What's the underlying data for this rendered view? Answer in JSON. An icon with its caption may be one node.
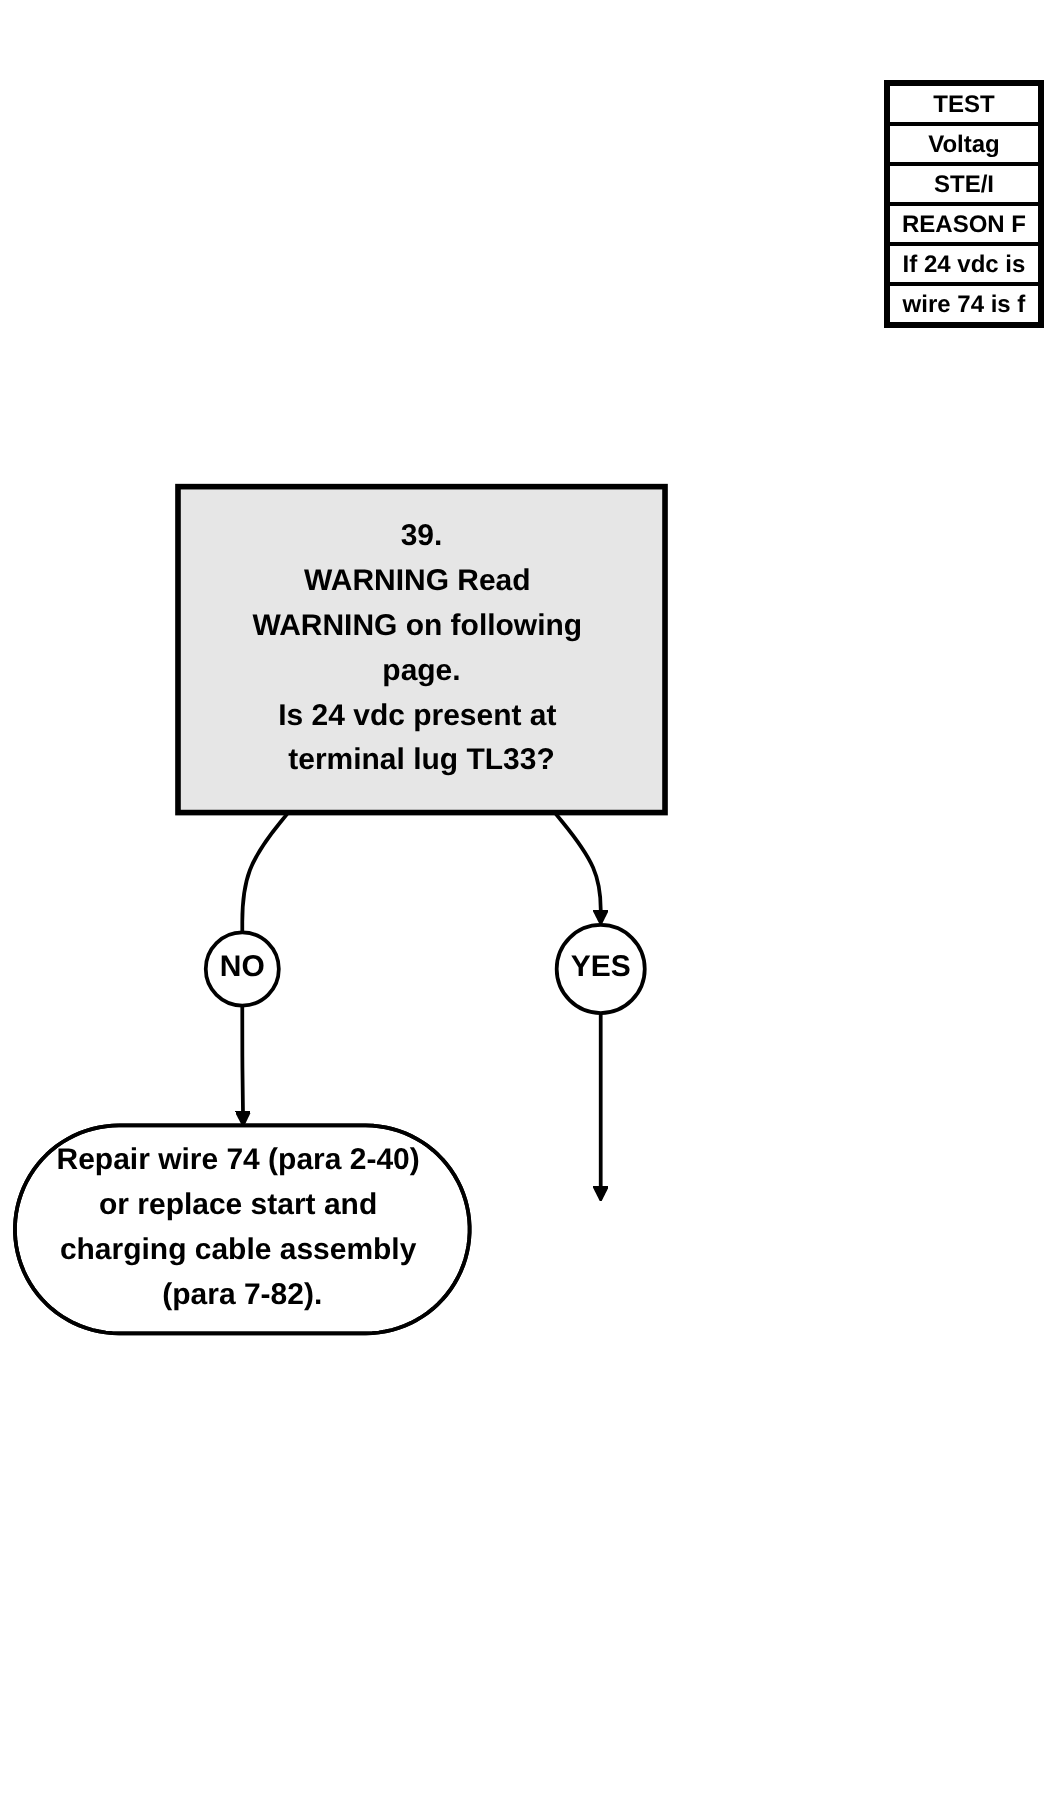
{
  "diagram": {
    "nodes": [
      {
        "text": [
          "39.",
          "WARNING Read WARNING on following page.",
          "Is 24 vdc present at terminal lug TL33?"
        ]
      },
      {
        "text": [
          "NO"
        ]
      },
      {
        "text": [
          "Repair wire 74 (para 2-40) or replace start and charging cable assembly (para 7-82)."
        ]
      },
      {
        "text": [
          "YES"
        ]
      }
    ],
    "edges": [
      {
        "from": 0,
        "to": 1,
        "arrow": "none"
      },
      {
        "from": 0,
        "to": 3,
        "arrow": "to"
      },
      {
        "from": 1,
        "to": 2,
        "arrow": "to"
      },
      {
        "from": 3,
        "to": null,
        "arrow": "to"
      }
    ],
    "labels": [
      "TEST",
      "Voltag",
      "STE/I",
      "REASON F",
      "If 24 vdc is",
      "wire 74 is f"
    ]
  }
}
